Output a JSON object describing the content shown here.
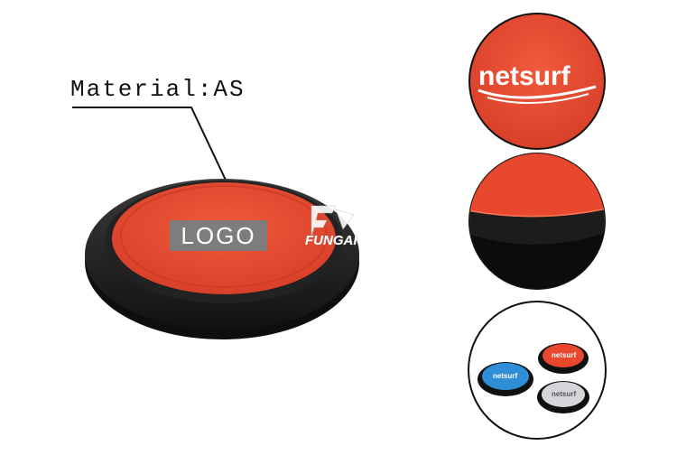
{
  "material_label": "Material:AS",
  "logo_placeholder": "LOGO",
  "watermark": "FUNGAI",
  "brand_text": "netsurf",
  "colors": {
    "disc_red": "#e8482e",
    "rim_black": "#1b1b1b",
    "accent_blue": "#2f8fd6",
    "accent_silver": "#d6d6da"
  }
}
